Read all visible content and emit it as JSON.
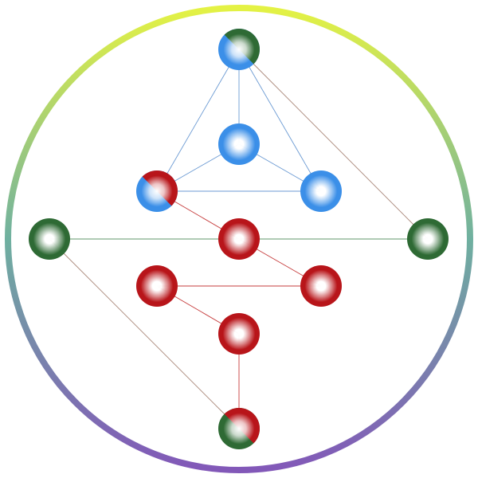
{
  "colors": {
    "ring_top": "#e4f244",
    "ring_mid": "#6fb0a0",
    "ring_bottom": "#8258b8",
    "blue": "#3b8fe8",
    "red": "#b8151a",
    "green": "#2e6a34",
    "edge_blue": "#5b8fce",
    "edge_red": "#c02828",
    "edge_green": "#4e8c5a",
    "edge_gray": "#a07a6a"
  },
  "nodes": [
    {
      "id": "n1",
      "kind": "split",
      "top": "green",
      "bottom": "blue"
    },
    {
      "id": "n2",
      "kind": "solid",
      "color": "blue"
    },
    {
      "id": "n3",
      "kind": "split",
      "top": "red",
      "bottom": "blue"
    },
    {
      "id": "n4",
      "kind": "solid",
      "color": "blue"
    },
    {
      "id": "n5",
      "kind": "solid",
      "color": "green"
    },
    {
      "id": "n6",
      "kind": "solid",
      "color": "red"
    },
    {
      "id": "n7",
      "kind": "solid",
      "color": "green"
    },
    {
      "id": "n8",
      "kind": "solid",
      "color": "red"
    },
    {
      "id": "n9",
      "kind": "solid",
      "color": "red"
    },
    {
      "id": "n10",
      "kind": "solid",
      "color": "red"
    },
    {
      "id": "n11",
      "kind": "split",
      "top": "red",
      "bottom": "green"
    }
  ],
  "edges": [
    {
      "from": "n1",
      "to": "n2",
      "color": "edge_blue"
    },
    {
      "from": "n1",
      "to": "n3",
      "color": "edge_blue"
    },
    {
      "from": "n1",
      "to": "n4",
      "color": "edge_blue"
    },
    {
      "from": "n2",
      "to": "n3",
      "color": "edge_blue"
    },
    {
      "from": "n2",
      "to": "n4",
      "color": "edge_blue"
    },
    {
      "from": "n3",
      "to": "n4",
      "color": "edge_blue"
    },
    {
      "from": "n1",
      "to": "n7",
      "color": "edge_gray"
    },
    {
      "from": "n3",
      "to": "n6",
      "color": "edge_red"
    },
    {
      "from": "n5",
      "to": "n6",
      "color": "edge_green"
    },
    {
      "from": "n6",
      "to": "n7",
      "color": "edge_green"
    },
    {
      "from": "n6",
      "to": "n9",
      "color": "edge_red"
    },
    {
      "from": "n8",
      "to": "n9",
      "color": "edge_red"
    },
    {
      "from": "n8",
      "to": "n10",
      "color": "edge_red"
    },
    {
      "from": "n10",
      "to": "n11",
      "color": "edge_red"
    },
    {
      "from": "n5",
      "to": "n11",
      "color": "edge_gray"
    }
  ]
}
